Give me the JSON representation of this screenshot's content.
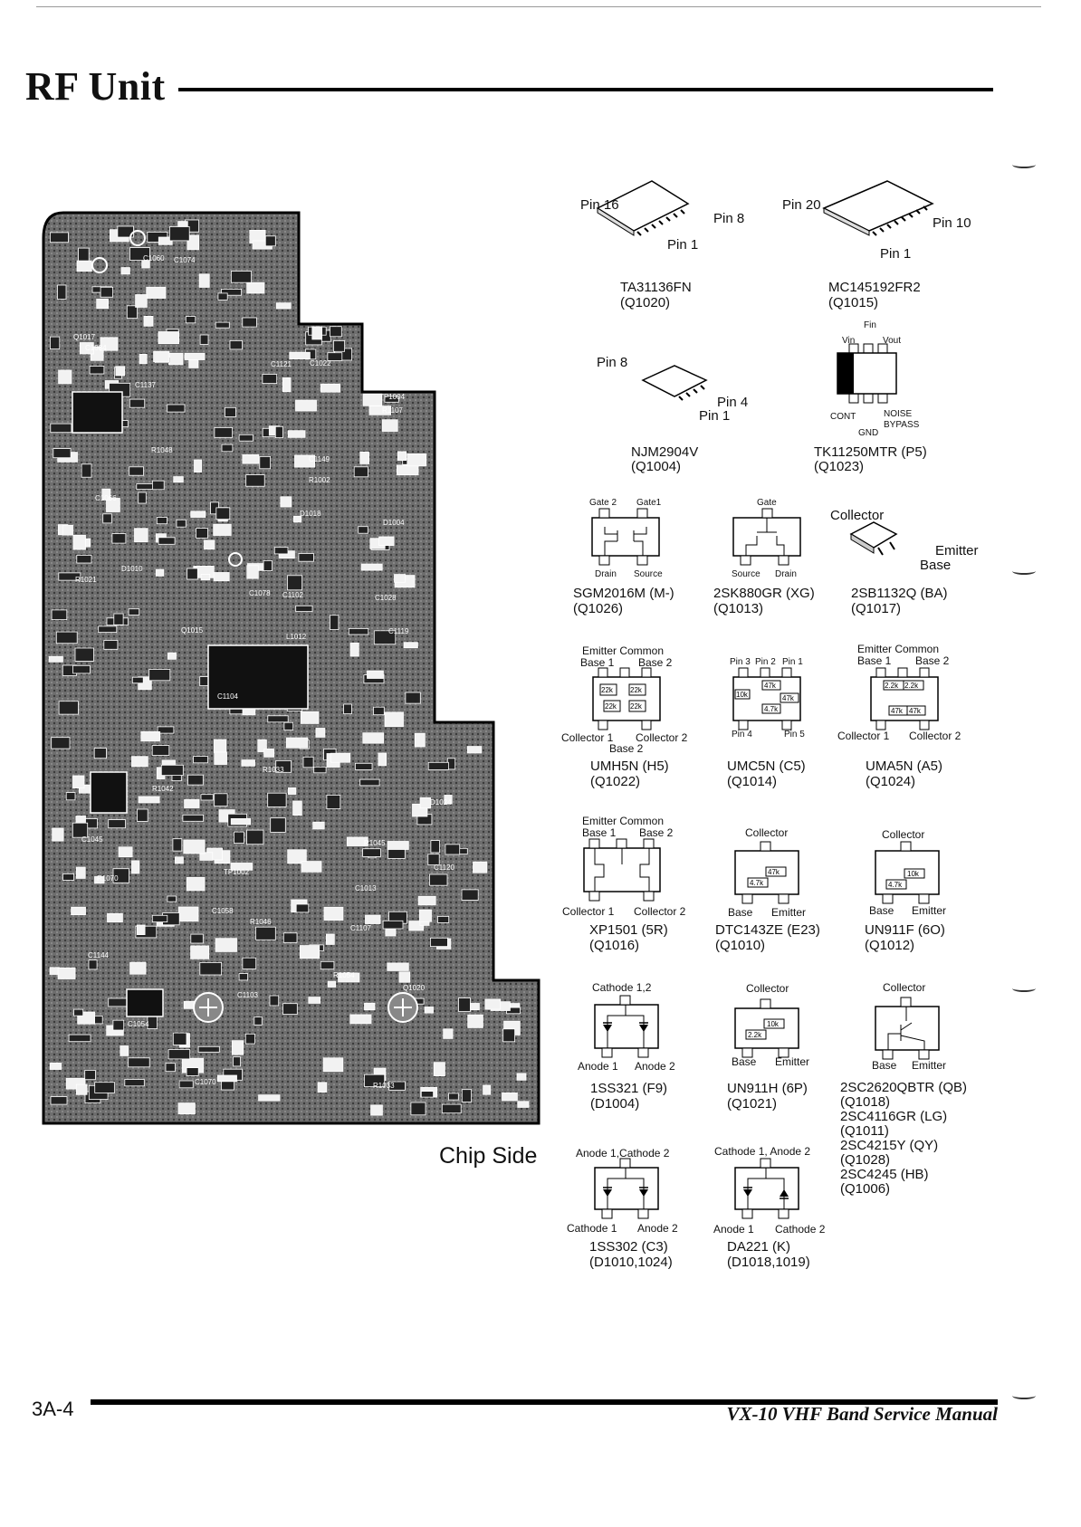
{
  "header": {
    "title": "RF Unit"
  },
  "board": {
    "caption": "Chip Side"
  },
  "ics": [
    {
      "pins": [
        "Pin 16",
        "Pin 8",
        "Pin 1"
      ],
      "name": "TA31136FN",
      "ref": "(Q1020)"
    },
    {
      "pins": [
        "Pin 20",
        "Pin 10",
        "Pin 1"
      ],
      "name": "MC145192FR2",
      "ref": "(Q1015)"
    },
    {
      "pins": [
        "Pin 8",
        "Pin 4",
        "Pin 1"
      ],
      "name": "NJM2904V",
      "ref": "(Q1004)"
    },
    {
      "pins": [
        "Fin",
        "Vin",
        "Vout",
        "CONT",
        "NOISE",
        "BYPASS",
        "GND"
      ],
      "name": "TK11250MTR (P5)",
      "ref": "(Q1023)"
    }
  ],
  "row1": [
    {
      "top": [
        "Gate 2",
        "Gate1"
      ],
      "bottom": [
        "Drain",
        "Source"
      ],
      "name": "SGM2016M (M-)",
      "ref": "(Q1026)"
    },
    {
      "top": [
        "Gate"
      ],
      "bottom": [
        "Source",
        "Drain"
      ],
      "name": "2SK880GR (XG)",
      "ref": "(Q1013)"
    },
    {
      "top": [
        "Collector"
      ],
      "bottom": [
        "Emitter",
        "Base"
      ],
      "name": "2SB1132Q (BA)",
      "ref": "(Q1017)"
    }
  ],
  "row2": [
    {
      "top": [
        "Emitter Common",
        "Base 1",
        "Base 2"
      ],
      "bottom": [
        "Collector 1",
        "Collector 2",
        "Base 2"
      ],
      "r": [
        "22k",
        "22k",
        "22k",
        "22k"
      ],
      "name": "UMH5N (H5)",
      "ref": "(Q1022)"
    },
    {
      "top": [
        "Pin 3",
        "Pin 2",
        "Pin 1"
      ],
      "bottom": [
        "Pin 4",
        "Pin 5"
      ],
      "r": [
        "10k",
        "47k",
        "47k",
        "4.7k"
      ],
      "name": "UMC5N (C5)",
      "ref": "(Q1014)"
    },
    {
      "top": [
        "Emitter Common",
        "Base 1",
        "Base 2"
      ],
      "bottom": [
        "Collector 1",
        "Collector 2"
      ],
      "r": [
        "2.2k",
        "2.2k",
        "47k",
        "47k"
      ],
      "name": "UMA5N (A5)",
      "ref": "(Q1024)"
    }
  ],
  "row3": [
    {
      "top": [
        "Emitter Common",
        "Base 1",
        "Base 2"
      ],
      "bottom": [
        "Collector 1",
        "Collector 2"
      ],
      "name": "XP1501 (5R)",
      "ref": "(Q1016)"
    },
    {
      "top": [
        "Collector"
      ],
      "bottom": [
        "Base",
        "Emitter"
      ],
      "r": [
        "47k",
        "4.7k"
      ],
      "name": "DTC143ZE (E23)",
      "ref": "(Q1010)"
    },
    {
      "top": [
        "Collector"
      ],
      "bottom": [
        "Base",
        "Emitter"
      ],
      "r": [
        "10k",
        "4.7k"
      ],
      "name": "UN911F (6O)",
      "ref": "(Q1012)"
    }
  ],
  "row4": [
    {
      "top": [
        "Cathode 1,2"
      ],
      "bottom": [
        "Anode 1",
        "Anode 2"
      ],
      "name": "1SS321 (F9)",
      "ref": "(D1004)"
    },
    {
      "top": [
        "Collector"
      ],
      "bottom": [
        "Base",
        "Emitter"
      ],
      "r": [
        "10k",
        "2.2k"
      ],
      "name": "UN911H (6P)",
      "ref": "(Q1021)"
    },
    {
      "top": [
        "Collector"
      ],
      "bottom": [
        "Base",
        "Emitter"
      ],
      "names": [
        "2SC2620QBTR (QB)",
        "(Q1018)",
        "2SC4116GR (LG)",
        "(Q1011)",
        "2SC4215Y (QY)",
        "(Q1028)",
        "2SC4245 (HB)",
        "(Q1006)"
      ]
    }
  ],
  "row5": [
    {
      "top": [
        "Anode 1,Cathode 2"
      ],
      "bottom": [
        "Cathode 1",
        "Anode 2"
      ],
      "name": "1SS302 (C3)",
      "ref": "(D1010,1024)"
    },
    {
      "top": [
        "Cathode 1, Anode 2"
      ],
      "bottom": [
        "Anode 1",
        "Cathode 2"
      ],
      "name": "DA221 (K)",
      "ref": "(D1018,1019)"
    }
  ],
  "pcb_labels": [
    "C1028",
    "R1107",
    "D1004",
    "R1021",
    "C1013",
    "D1010",
    "C1084",
    "C1054",
    "L1012",
    "C1045",
    "R1033",
    "C1066",
    "Q1017",
    "R1045",
    "R1048",
    "C1058",
    "C1078",
    "R1042",
    "C1070",
    "Q1015",
    "R1046",
    "C1074",
    "C1022",
    "C1060",
    "D1018",
    "R1054",
    "C1120",
    "C1121",
    "Q1020",
    "C1103",
    "C1104",
    "R1070",
    "C1107",
    "TP1004",
    "TP1002",
    "C1149",
    "C1137",
    "R1033",
    "C1144",
    "C1119",
    "D1024",
    "R1002",
    "C1102"
  ],
  "footer": {
    "page": "3A-4",
    "manual": "VX-10 VHF Band Service Manual"
  }
}
